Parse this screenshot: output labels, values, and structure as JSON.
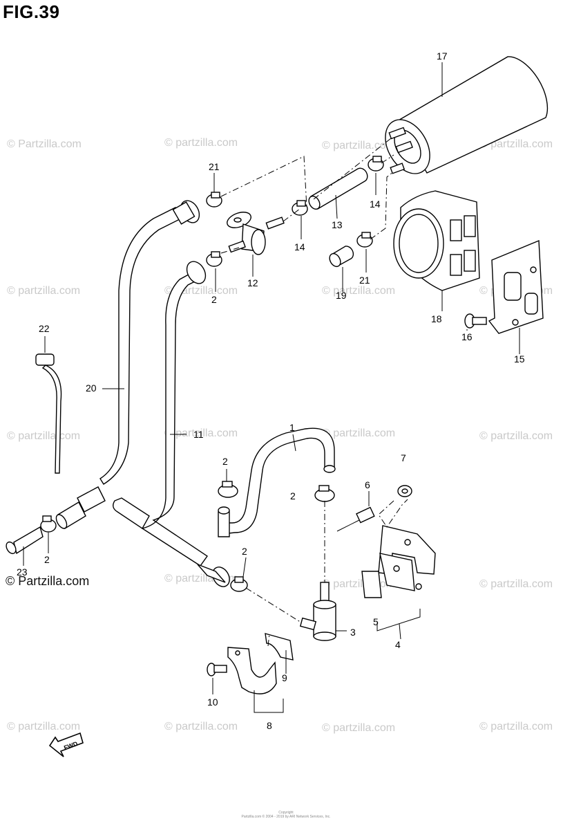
{
  "figure": {
    "title": "FIG.39"
  },
  "watermark": {
    "text": "© Partzilla.com",
    "text_lower": "© partzilla.com"
  },
  "callouts": [
    "1",
    "2",
    "3",
    "4",
    "5",
    "6",
    "7",
    "8",
    "9",
    "10",
    "11",
    "12",
    "13",
    "14",
    "15",
    "16",
    "17",
    "18",
    "19",
    "20",
    "21",
    "22",
    "23"
  ],
  "footer": {
    "line1": "Copyright",
    "line2": "Partzilla.com © 2004 - 2019 by ARI Network Services, Inc."
  },
  "fwd_label": "FWD"
}
